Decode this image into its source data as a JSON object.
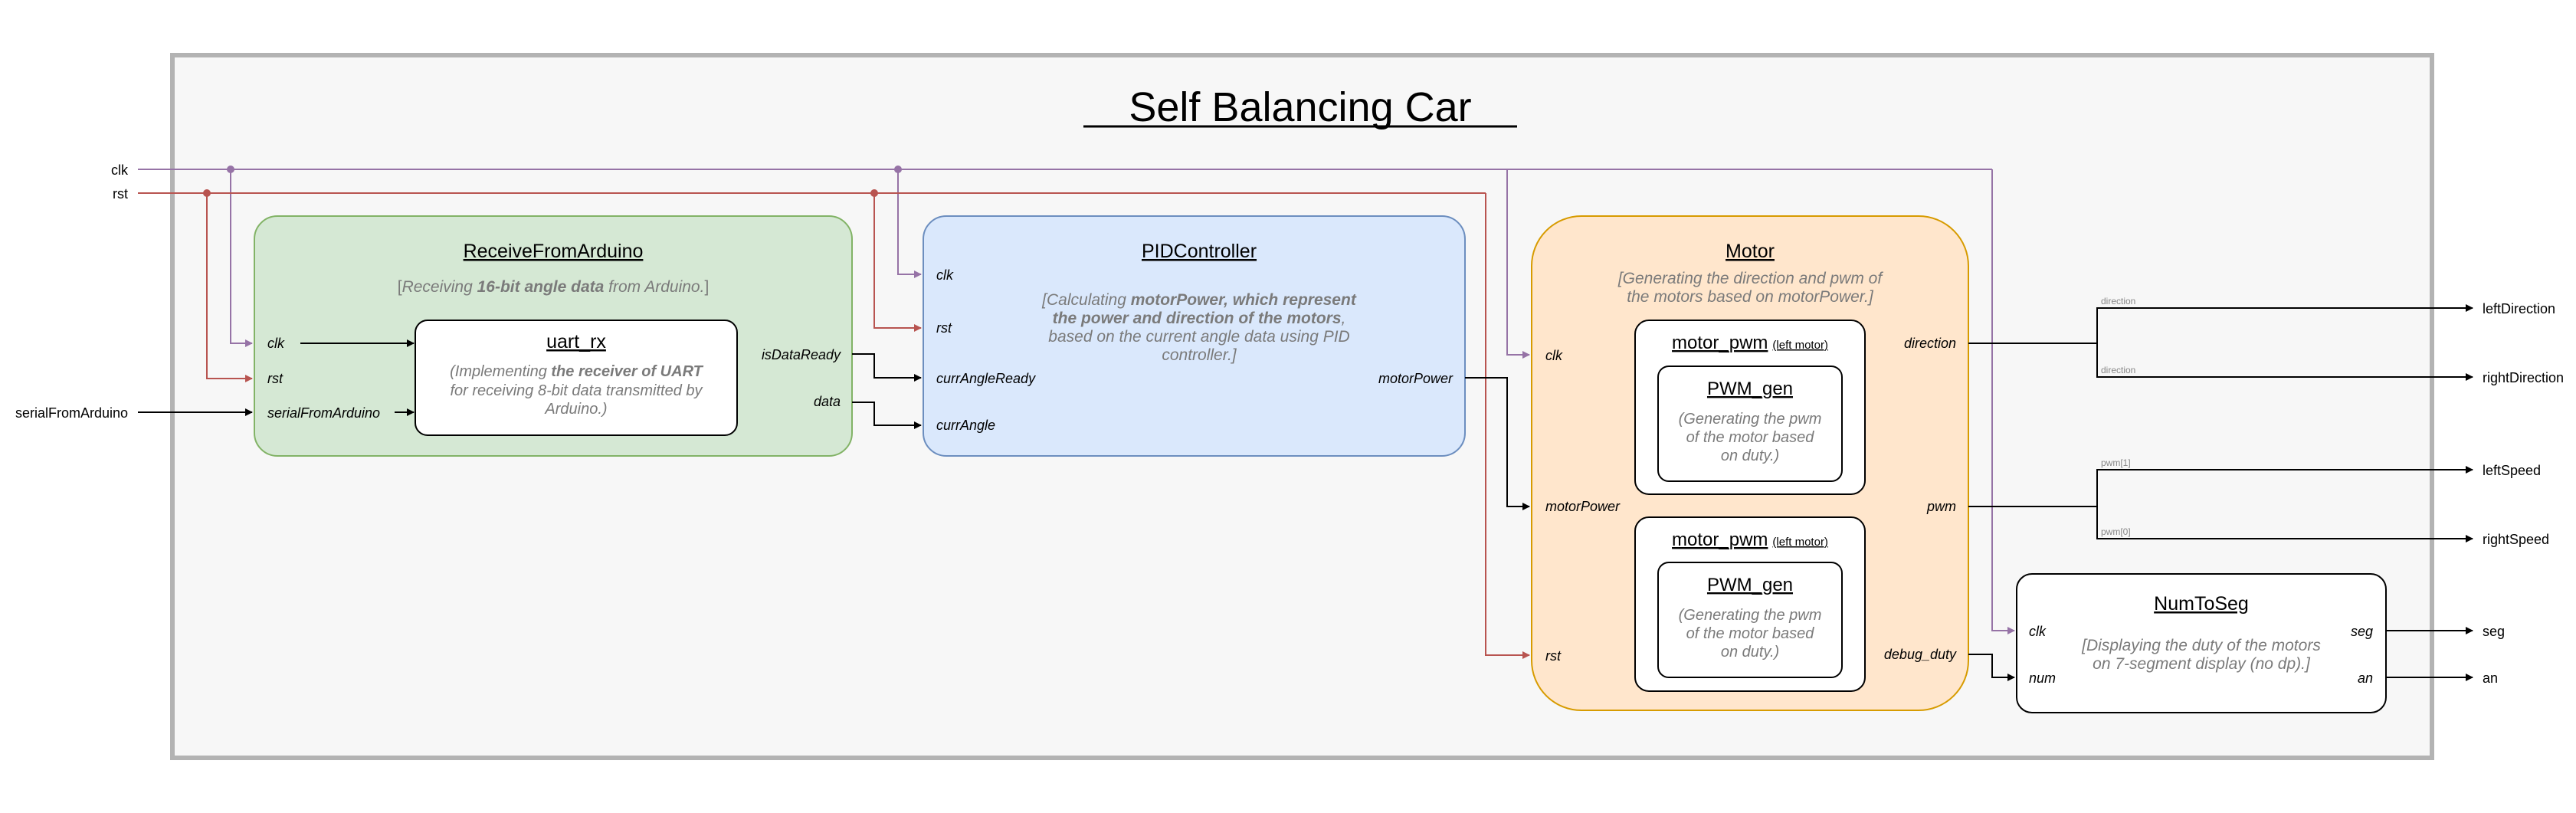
{
  "title": "Self Balancing Car",
  "inputs": {
    "clk": "clk",
    "rst": "rst",
    "serial": "serialFromArduino"
  },
  "outputs": {
    "left_direction": "leftDirection",
    "right_direction": "rightDirection",
    "left_speed": "leftSpeed",
    "right_speed": "rightSpeed",
    "seg": "seg",
    "an": "an"
  },
  "wire_labels": {
    "direction_a": "direction",
    "direction_b": "direction",
    "pwm1": "pwm[1]",
    "pwm0": "pwm[0]"
  },
  "receive": {
    "title": "ReceiveFromArduino",
    "desc_open": "[",
    "desc_pre": "Receiving ",
    "desc_bold": "16-bit angle data",
    "desc_post": " from Arduino.",
    "desc_close": "]",
    "ports_in": [
      "clk",
      "rst",
      "serialFromArduino"
    ],
    "ports_out": [
      "isDataReady",
      "data"
    ],
    "uart": {
      "title": "uart_rx",
      "line1_pre": "(Implementing ",
      "line1_bold": "the receiver of UART",
      "line2": "for receiving 8-bit data transmitted by",
      "line3": "Arduino.)"
    }
  },
  "pid": {
    "title": "PIDController",
    "line1_pre": "[Calculating ",
    "line1_bold": "motorPower, which represent",
    "line2_bold": "the power and direction of the motors",
    "line2_post": ",",
    "line3": "based on the current angle data using PID",
    "line4": "controller.]",
    "ports_in": [
      "clk",
      "rst",
      "currAngleReady",
      "currAngle"
    ],
    "port_out": "motorPower"
  },
  "motor": {
    "title": "Motor",
    "desc1": "[Generating the direction and pwm of",
    "desc2": "the motors based on motorPower.]",
    "ports_in": [
      "clk",
      "motorPower",
      "rst"
    ],
    "ports_out": [
      "direction",
      "pwm",
      "debug_duty"
    ],
    "pwm_modules": [
      {
        "title": "motor_pwm",
        "suffix": "(left motor)",
        "gen_title": "PWM_gen",
        "gen_desc": [
          "(Generating the pwm",
          "of the motor based",
          "on duty.)"
        ]
      },
      {
        "title": "motor_pwm",
        "suffix": "(left motor)",
        "gen_title": "PWM_gen",
        "gen_desc": [
          "(Generating the pwm",
          "of the motor based",
          "on duty.)"
        ]
      }
    ]
  },
  "numtoseg": {
    "title": "NumToSeg",
    "desc1": "[Displaying the duty of the motors",
    "desc2": "on 7-segment display (no dp).]",
    "ports_in": [
      "clk",
      "num"
    ],
    "ports_out": [
      "seg",
      "an"
    ]
  },
  "colors": {
    "clk_wire": "#9673a6",
    "rst_wire": "#b85450",
    "receive_fill": "#d5e8d4",
    "receive_stroke": "#82b366",
    "pid_fill": "#dae8fc",
    "pid_stroke": "#6c8ebf",
    "motor_fill": "#ffe6cc",
    "motor_stroke": "#d79b00",
    "frame_fill": "#f7f7f7",
    "frame_stroke": "#b3b3b3"
  }
}
